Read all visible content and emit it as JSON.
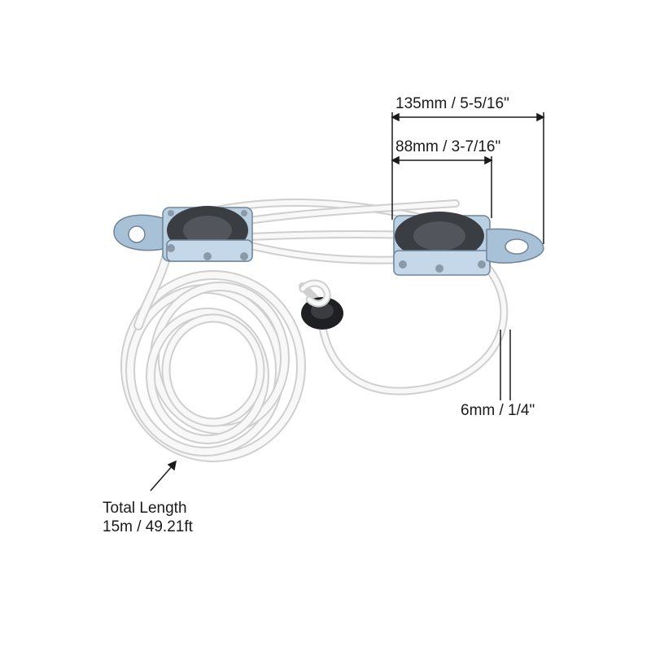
{
  "dimensions": {
    "overall_length": "135mm / 5-5/16\"",
    "sheave_width": "88mm / 3-7/16\"",
    "rope_diameter": "6mm / 1/4\""
  },
  "rope_length": {
    "label": "Total Length",
    "value": "15m / 49.21ft"
  },
  "colors": {
    "background": "#ffffff",
    "rope": "#f4f4f4",
    "metal": "#a9c1d6",
    "sheave": "#3a3d42",
    "dimension_line": "#1a1a1a"
  }
}
